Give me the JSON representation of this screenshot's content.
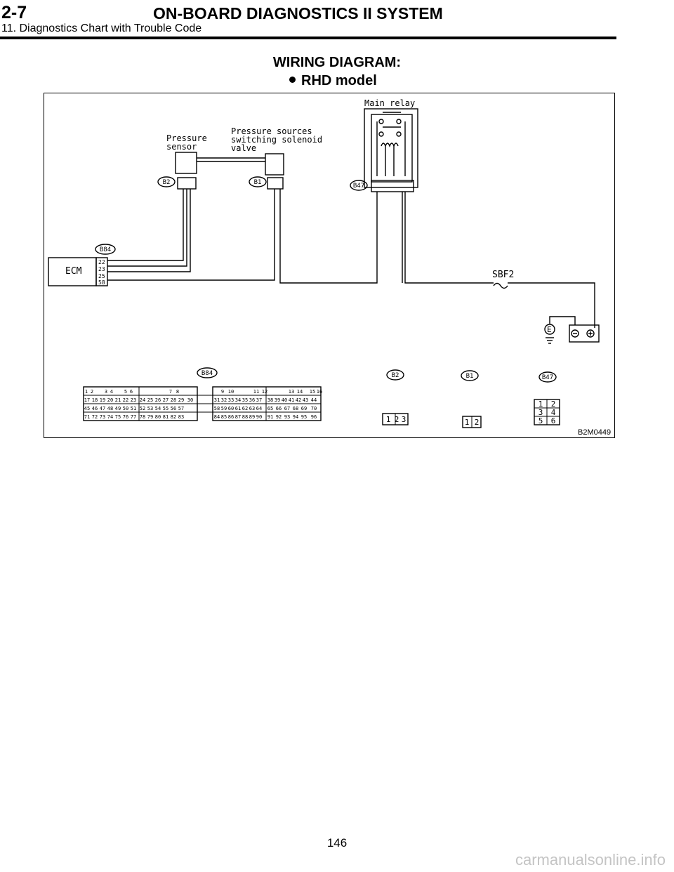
{
  "header": {
    "section": "2-7",
    "title": "ON-BOARD DIAGNOSTICS II SYSTEM",
    "subtitle": "11. Diagnostics Chart with Trouble Code"
  },
  "diagram": {
    "title": "WIRING DIAGRAM:",
    "subtitle": "RHD model",
    "labels": {
      "main_relay": "Main relay",
      "pressure_sensor_1": "Pressure",
      "pressure_sensor_2": "sensor",
      "valve_1": "Pressure sources",
      "valve_2": "switching solenoid",
      "valve_3": "valve",
      "ecm": "ECM",
      "sbf2": "SBF2",
      "earth": "E",
      "figure_code": "B2M0449"
    },
    "connectors": {
      "b2": "B2",
      "b1": "B1",
      "b47": "B47",
      "b84": "B84"
    },
    "ecm_pins": [
      "22",
      "23",
      "25",
      "58"
    ],
    "b84_pins": [
      [
        "1",
        "2",
        "3",
        "4",
        "5",
        "6",
        "7",
        "8",
        "9",
        "10",
        "11",
        "12",
        "13",
        "14",
        "15",
        "16"
      ],
      [
        "17",
        "18",
        "19",
        "20",
        "21",
        "22",
        "23",
        "24",
        "25",
        "26",
        "27",
        "28",
        "29",
        "30",
        "31",
        "32",
        "33",
        "34",
        "35",
        "36",
        "37",
        "38",
        "39",
        "40",
        "41",
        "42",
        "43",
        "44"
      ],
      [
        "45",
        "46",
        "47",
        "48",
        "49",
        "50",
        "51",
        "52",
        "53",
        "54",
        "55",
        "56",
        "57",
        "58",
        "59",
        "60",
        "61",
        "62",
        "63",
        "64",
        "65",
        "66",
        "67",
        "68",
        "69",
        "70"
      ],
      [
        "71",
        "72",
        "73",
        "74",
        "75",
        "76",
        "77",
        "78",
        "79",
        "80",
        "81",
        "82",
        "83",
        "84",
        "85",
        "86",
        "87",
        "88",
        "89",
        "90",
        "91",
        "92",
        "93",
        "94",
        "95",
        "96"
      ]
    ],
    "b2_pins": [
      "1",
      "2",
      "3"
    ],
    "b1_pins": [
      "1",
      "2"
    ],
    "b47_pins": [
      "1",
      "2",
      "3",
      "4",
      "5",
      "6"
    ]
  },
  "footer": {
    "page_number": "146",
    "watermark": "carmanualsonline.info"
  }
}
